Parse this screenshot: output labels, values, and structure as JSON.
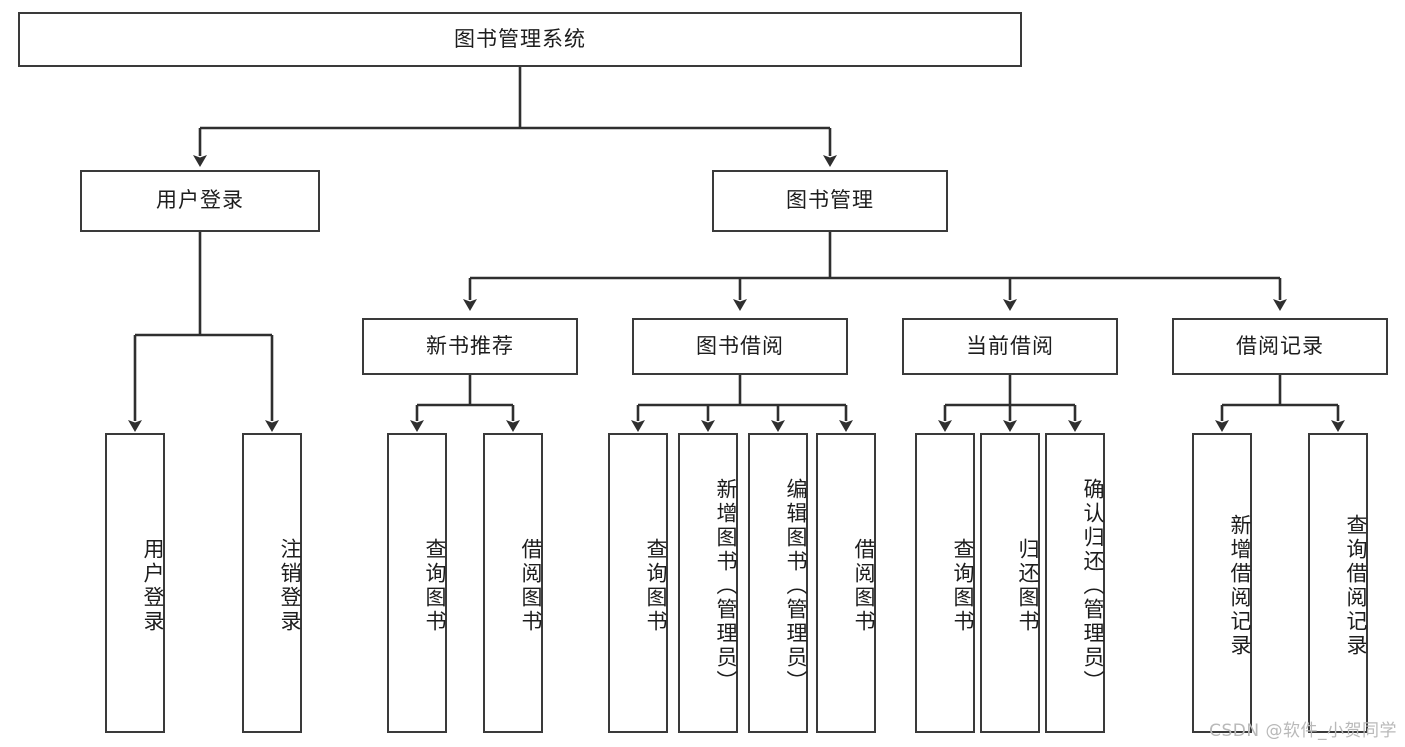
{
  "diagram": {
    "type": "tree-hierarchy",
    "title": "图书管理系统",
    "root": {
      "label": "图书管理系统"
    },
    "level2": [
      {
        "label": "用户登录"
      },
      {
        "label": "图书管理"
      }
    ],
    "level3": [
      {
        "label": "新书推荐"
      },
      {
        "label": "图书借阅"
      },
      {
        "label": "当前借阅"
      },
      {
        "label": "借阅记录"
      }
    ],
    "leaves": {
      "user_login": [
        {
          "label": "用户登录"
        },
        {
          "label": "注销登录"
        }
      ],
      "new_book_recommend": [
        {
          "label": "查询图书"
        },
        {
          "label": "借阅图书"
        }
      ],
      "book_borrow": [
        {
          "label": "查询图书"
        },
        {
          "label": "新增图书（管理员）"
        },
        {
          "label": "编辑图书（管理员）"
        },
        {
          "label": "借阅图书"
        }
      ],
      "current_borrow": [
        {
          "label": "查询图书"
        },
        {
          "label": "归还图书"
        },
        {
          "label": "确认归还（管理员）"
        }
      ],
      "borrow_record": [
        {
          "label": "新增借阅记录"
        },
        {
          "label": "查询借阅记录"
        }
      ]
    }
  },
  "watermark": {
    "text": "CSDN @软件_小贺同学"
  },
  "colors": {
    "border": "#3a3a3a",
    "background": "#ffffff",
    "text": "#1d1d1d",
    "watermark": "#b9b9b9"
  }
}
